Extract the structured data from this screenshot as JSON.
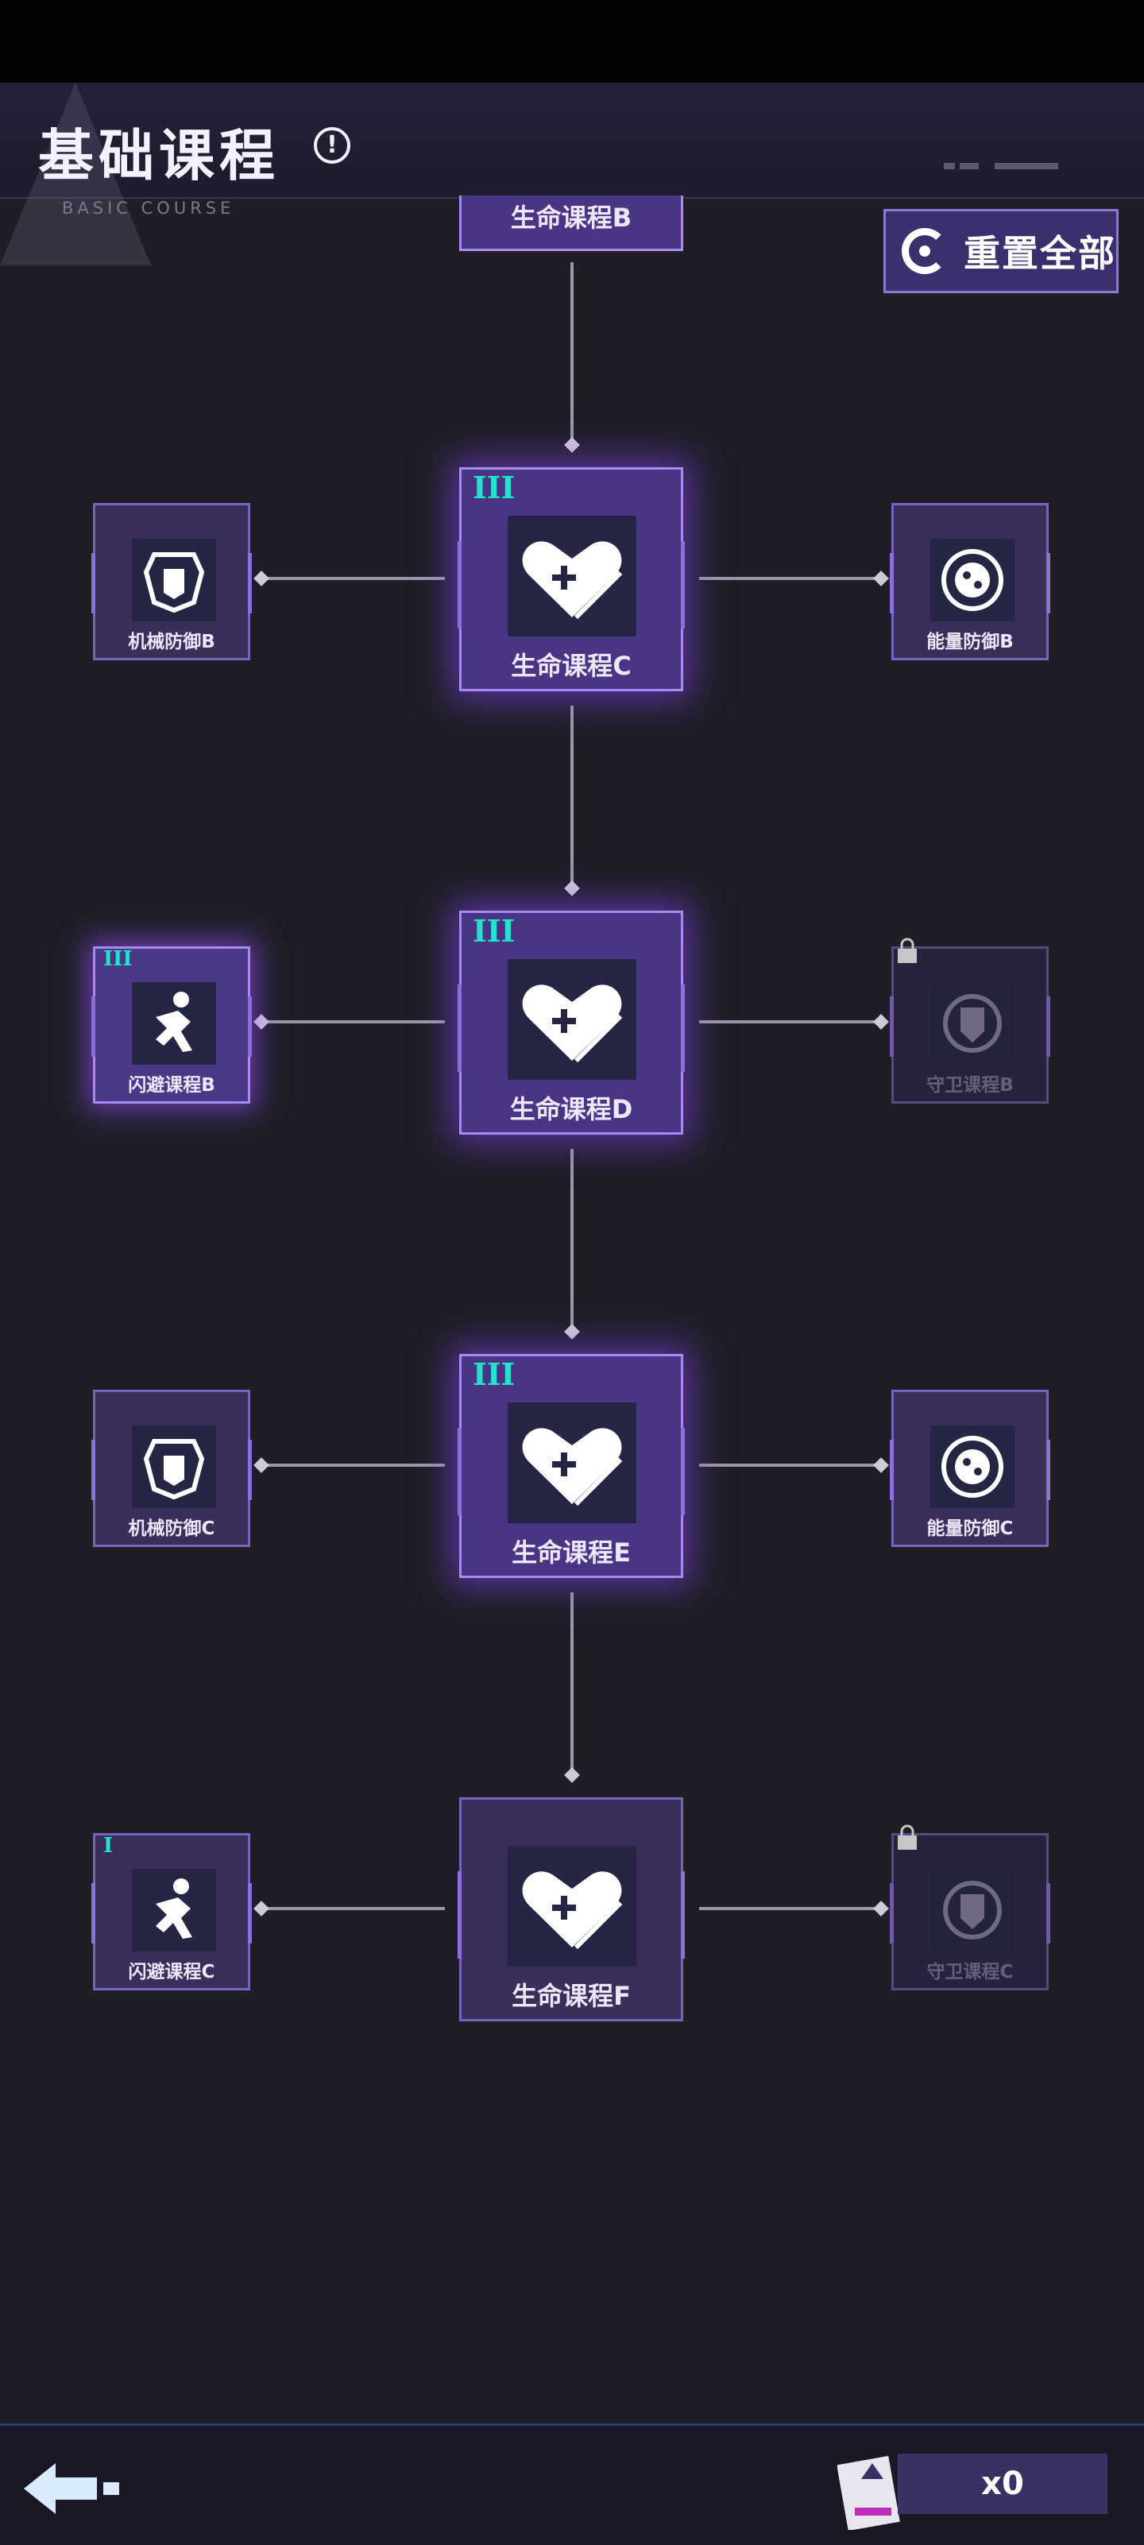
{
  "header": {
    "title": "基础课程",
    "subtitle": "BASIC COURSE",
    "info_symbol": "!",
    "reset_label": "重置全部"
  },
  "partial_top_label": "生命课程B",
  "nodes": {
    "life_c": {
      "label": "生命课程C",
      "rank": "III",
      "icon": "heart-plus-icon"
    },
    "life_d": {
      "label": "生命课程D",
      "rank": "III",
      "icon": "heart-plus-icon"
    },
    "life_e": {
      "label": "生命课程E",
      "rank": "III",
      "icon": "heart-plus-icon"
    },
    "life_f": {
      "label": "生命课程F",
      "rank": "",
      "icon": "heart-plus-icon"
    },
    "mech_b": {
      "label": "机械防御B",
      "rank": "",
      "icon": "helmet-shield-icon"
    },
    "energy_b": {
      "label": "能量防御B",
      "rank": "",
      "icon": "energy-orb-icon"
    },
    "dodge_b": {
      "label": "闪避课程B",
      "rank": "III",
      "icon": "dodge-runner-icon"
    },
    "guard_b": {
      "label": "守卫课程B",
      "rank": "",
      "icon": "guard-shield-icon",
      "locked": true
    },
    "mech_c": {
      "label": "机械防御C",
      "rank": "",
      "icon": "helmet-shield-icon"
    },
    "energy_c": {
      "label": "能量防御C",
      "rank": "",
      "icon": "energy-orb-icon"
    },
    "dodge_c": {
      "label": "闪避课程C",
      "rank": "I",
      "icon": "dodge-runner-icon"
    },
    "guard_c": {
      "label": "守卫课程C",
      "rank": "",
      "icon": "guard-shield-icon",
      "locked": true
    }
  },
  "footer": {
    "ticket_count": "x0"
  },
  "colors": {
    "accent_purple": "#7a62bf",
    "rank_cyan": "#29e0cf",
    "background": "#1f1e27"
  }
}
